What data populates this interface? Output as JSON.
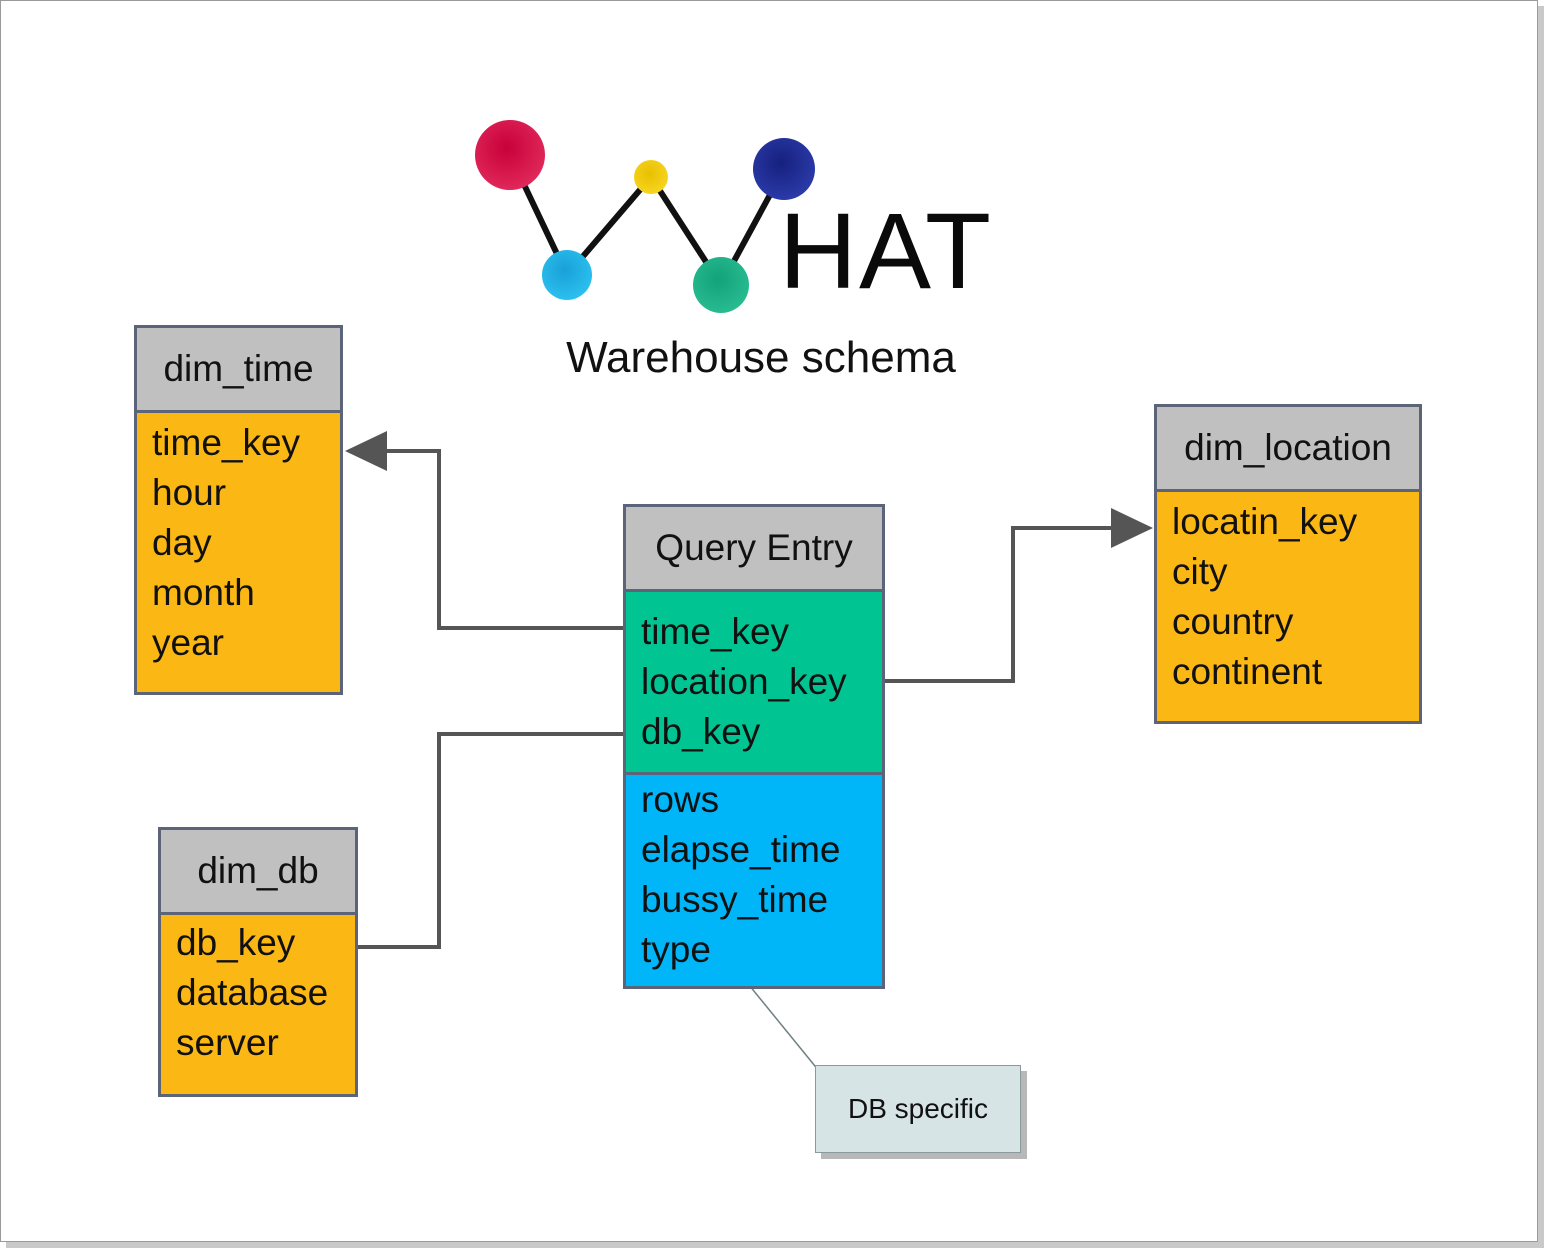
{
  "logo": {
    "text": "HAT"
  },
  "title": "Warehouse schema",
  "tables": {
    "dim_time": {
      "name": "dim_time",
      "fields": [
        "time_key",
        "hour",
        "day",
        "month",
        "year"
      ]
    },
    "dim_location": {
      "name": "dim_location",
      "fields": [
        "locatin_key",
        "city",
        "country",
        "continent"
      ]
    },
    "dim_db": {
      "name": "dim_db",
      "fields": [
        "db_key",
        "database",
        "server"
      ]
    },
    "query_entry": {
      "name": "Query Entry",
      "keys": [
        "time_key",
        "location_key",
        "db_key"
      ],
      "measures": [
        "rows",
        "elapse_time",
        "bussy_time",
        "type"
      ]
    }
  },
  "note": "DB specific",
  "colors": {
    "header": "#c0c0c0",
    "dimension": "#fbb714",
    "keys": "#00c593",
    "measures": "#00b6f9",
    "border": "#5b6478",
    "connector": "#555555"
  }
}
